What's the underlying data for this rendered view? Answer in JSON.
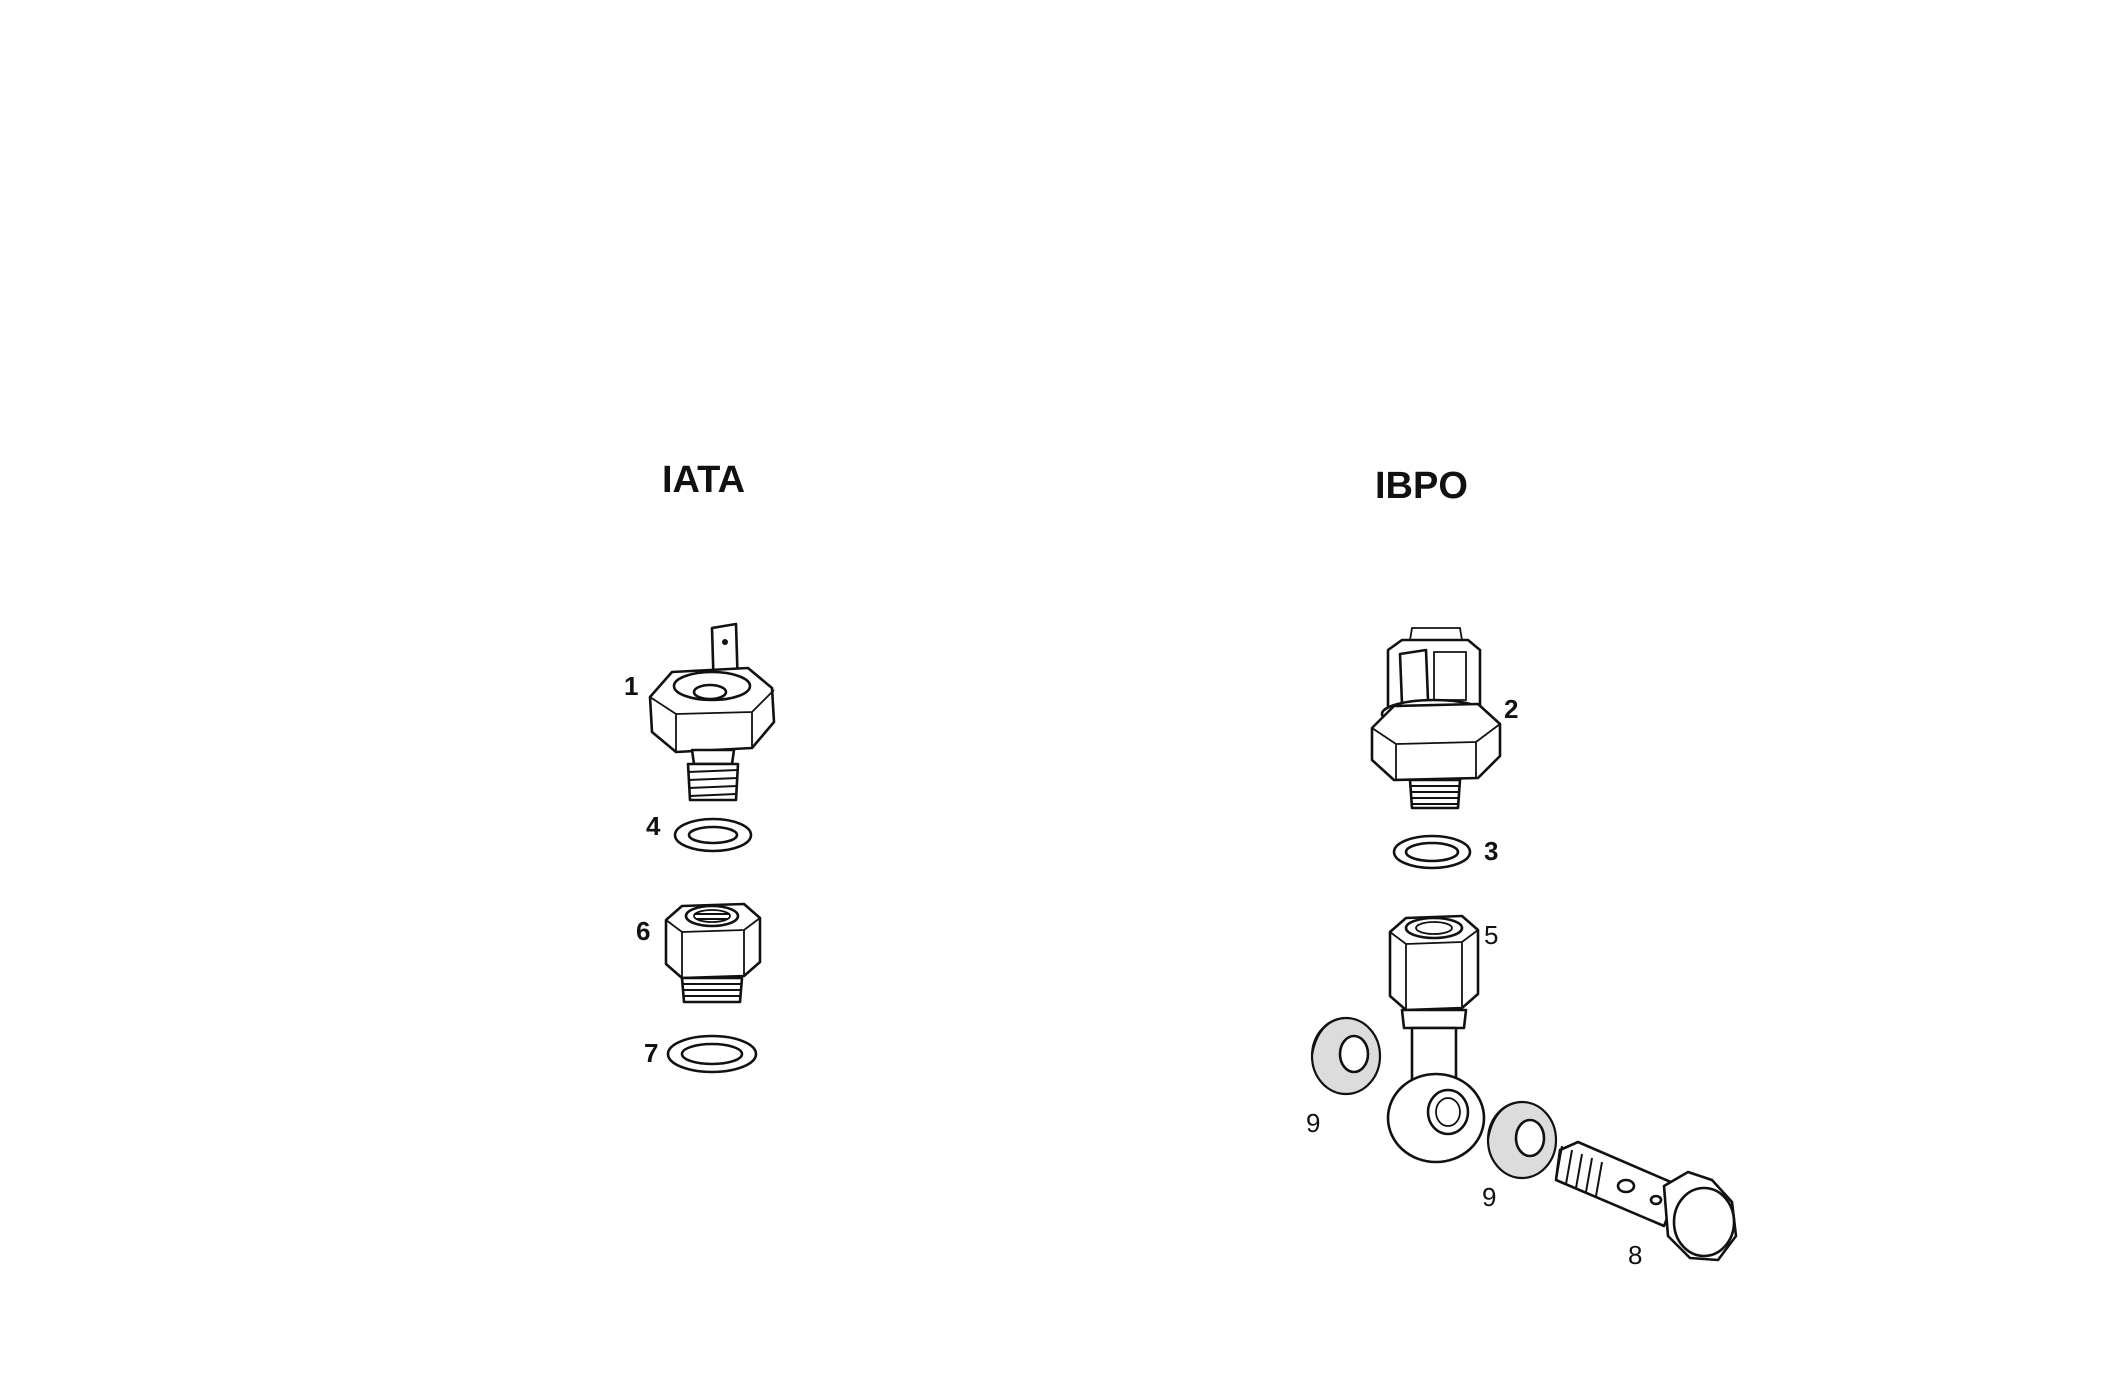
{
  "groups": {
    "left": {
      "title": "IATA"
    },
    "right": {
      "title": "IBPO"
    }
  },
  "callouts": {
    "c1": "1",
    "c4": "4",
    "c6": "6",
    "c7": "7",
    "c2": "2",
    "c3": "3",
    "c5": "5",
    "c9a": "9",
    "c9b": "9",
    "c8": "8"
  },
  "parts": [
    {
      "number": "1",
      "icon": "pressure-switch-single-terminal-icon"
    },
    {
      "number": "2",
      "icon": "pressure-switch-connector-icon"
    },
    {
      "number": "3",
      "icon": "sealing-washer-icon"
    },
    {
      "number": "4",
      "icon": "sealing-washer-icon"
    },
    {
      "number": "5",
      "icon": "banjo-fitting-icon"
    },
    {
      "number": "6",
      "icon": "adapter-nut-icon"
    },
    {
      "number": "7",
      "icon": "sealing-washer-icon"
    },
    {
      "number": "8",
      "icon": "banjo-bolt-icon"
    },
    {
      "number": "9",
      "icon": "banjo-washer-icon"
    }
  ],
  "colors": {
    "ink": "#111111",
    "background": "#ffffff",
    "shade": "#dcdcdc"
  }
}
